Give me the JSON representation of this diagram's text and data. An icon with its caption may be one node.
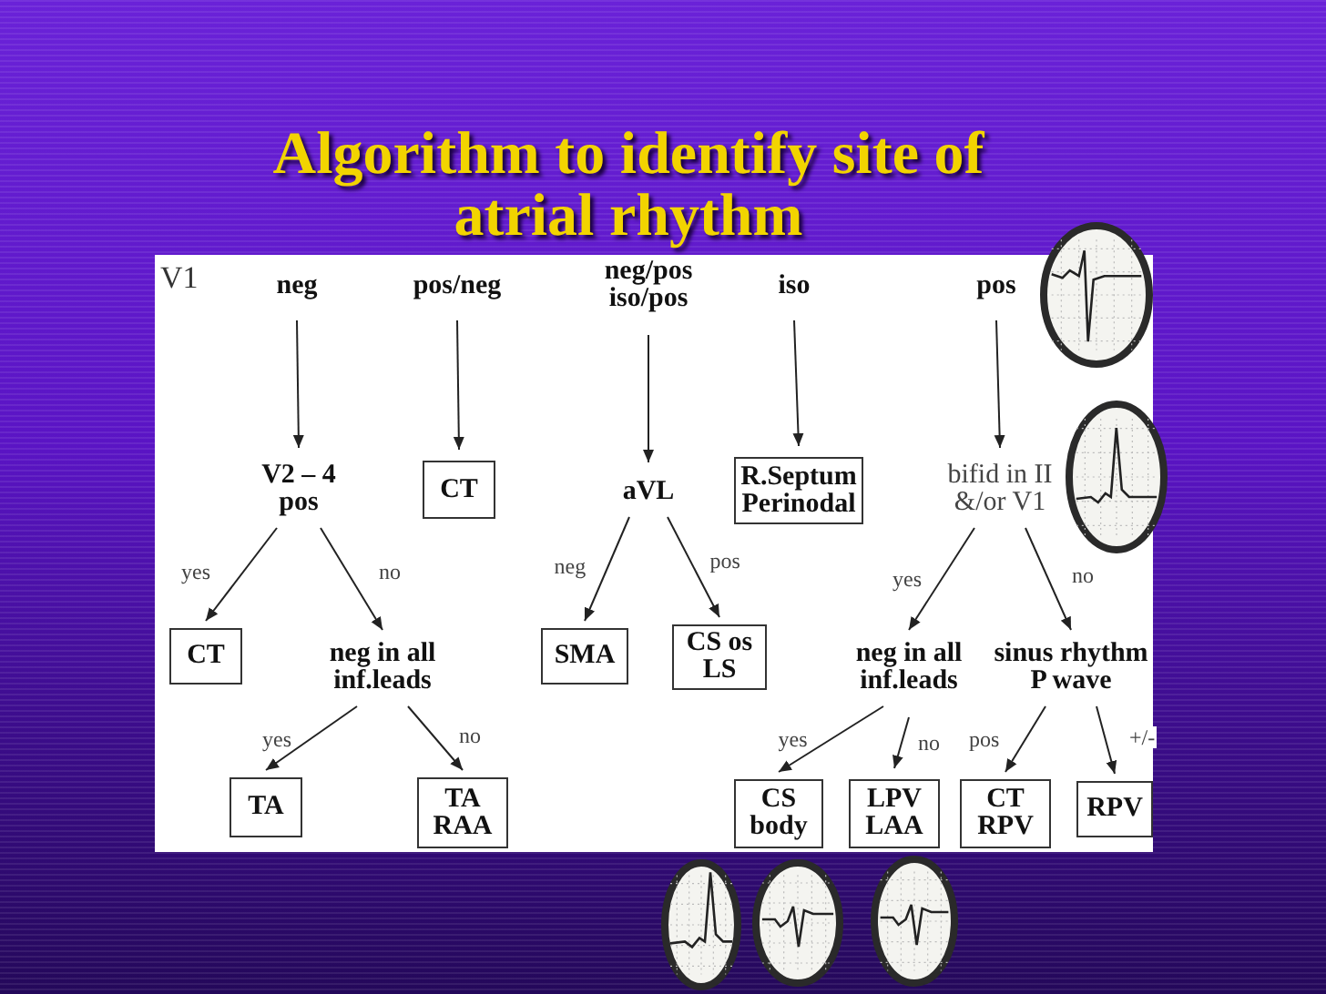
{
  "diagram": {
    "title": "Algorithm to identify site of atrial rhythm",
    "nodes": [
      {
        "text": [
          "neg"
        ]
      },
      {
        "text": [
          "pos/neg"
        ]
      },
      {
        "text": [
          "neg/pos iso/pos"
        ]
      },
      {
        "text": [
          "iso"
        ]
      },
      {
        "text": [
          "pos"
        ]
      },
      {
        "text": [
          "V2 – 4 pos"
        ]
      },
      {
        "text": [
          "CT"
        ]
      },
      {
        "text": [
          "aVL"
        ]
      },
      {
        "text": [
          "R.Septum Perinodal"
        ]
      },
      {
        "text": [
          "bifid in II &/or V1"
        ]
      },
      {
        "text": [
          "CT"
        ]
      },
      {
        "text": [
          "neg in all inf.leads"
        ]
      },
      {
        "text": [
          "SMA"
        ]
      },
      {
        "text": [
          "CS os LS"
        ]
      },
      {
        "text": [
          "neg in all inf.leads"
        ]
      },
      {
        "text": [
          "sinus rhythm P wave"
        ]
      },
      {
        "text": [
          "TA"
        ]
      },
      {
        "text": [
          "TA RAA"
        ]
      },
      {
        "text": [
          "CS body"
        ]
      },
      {
        "text": [
          "LPV LAA"
        ]
      },
      {
        "text": [
          "CT RPV"
        ]
      },
      {
        "text": [
          "RPV"
        ]
      }
    ],
    "edges": [
      {
        "from": 0,
        "to": 5,
        "arrow": "to"
      },
      {
        "from": 1,
        "to": 6,
        "arrow": "to"
      },
      {
        "from": 2,
        "to": 7,
        "arrow": "to"
      },
      {
        "from": 3,
        "to": 8,
        "arrow": "to"
      },
      {
        "from": 4,
        "to": 9,
        "arrow": "to"
      },
      {
        "from": 5,
        "to": 10,
        "arrow": "to",
        "label": "yes"
      },
      {
        "from": 5,
        "to": 11,
        "arrow": "to",
        "label": "no"
      },
      {
        "from": 7,
        "to": 12,
        "arrow": "to",
        "label": "neg"
      },
      {
        "from": 7,
        "to": 13,
        "arrow": "to",
        "label": "pos"
      },
      {
        "from": 9,
        "to": 14,
        "arrow": "to",
        "label": "yes"
      },
      {
        "from": 9,
        "to": 15,
        "arrow": "to",
        "label": "no"
      },
      {
        "from": 11,
        "to": 16,
        "arrow": "to",
        "label": "yes"
      },
      {
        "from": 11,
        "to": 17,
        "arrow": "to",
        "label": "no"
      },
      {
        "from": 14,
        "to": 18,
        "arrow": "to",
        "label": "yes"
      },
      {
        "from": 14,
        "to": 19,
        "arrow": "to",
        "label": "no"
      },
      {
        "from": 15,
        "to": 20,
        "arrow": "to",
        "label": "pos"
      },
      {
        "from": 15,
        "to": 21,
        "arrow": "to",
        "label": "+/-"
      }
    ],
    "labels": [
      "V1"
    ]
  }
}
